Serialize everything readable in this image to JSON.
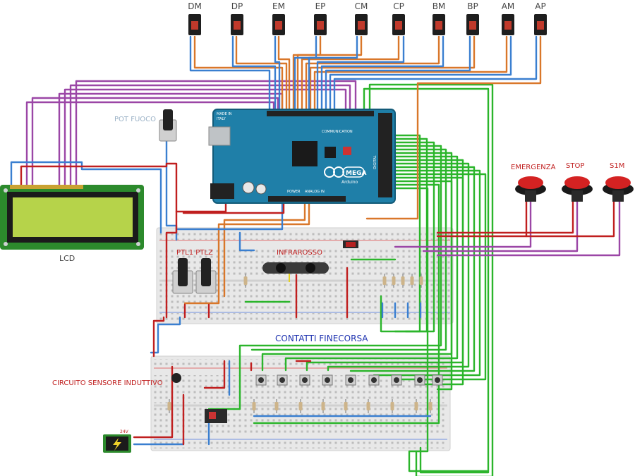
{
  "motor_labels": [
    "DM",
    "DP",
    "EM",
    "EP",
    "CM",
    "CP",
    "BM",
    "BP",
    "AM",
    "AP"
  ],
  "labels": {
    "pot_fuoco": "POT FUOCO",
    "lcd": "LCD",
    "ptl_ptlz": "PTL1 PTLZ",
    "infrarosso": "INFRAROSSO",
    "contatti": "CONTATTI FINECORSA",
    "circuito": "CIRCUITO SENSORE INDUTTIVO",
    "emergenza": "EMERGENZA",
    "stop": "STOP",
    "s1m": "S1M",
    "supply": "24V"
  },
  "arduino": {
    "brand": "Arduino",
    "model": "MEGA",
    "made_in": "MADE IN",
    "country": "ITALY",
    "communication": "COMMUNICATION",
    "power": "POWER",
    "analog_in": "ANALOG IN",
    "digital": "DIGITAL"
  },
  "colors": {
    "wire_green": "#2bb52b",
    "wire_purple": "#9b46a6",
    "wire_orange": "#d9772a",
    "wire_blue": "#3a7fd0",
    "wire_red": "#c01f1f",
    "arduino_board": "#1f7fa8",
    "lcd_board": "#2c8a2c",
    "lcd_screen": "#b6d34a",
    "button_red": "#d42222",
    "label_red": "#c01f1f",
    "label_blue": "#1f33b0"
  }
}
